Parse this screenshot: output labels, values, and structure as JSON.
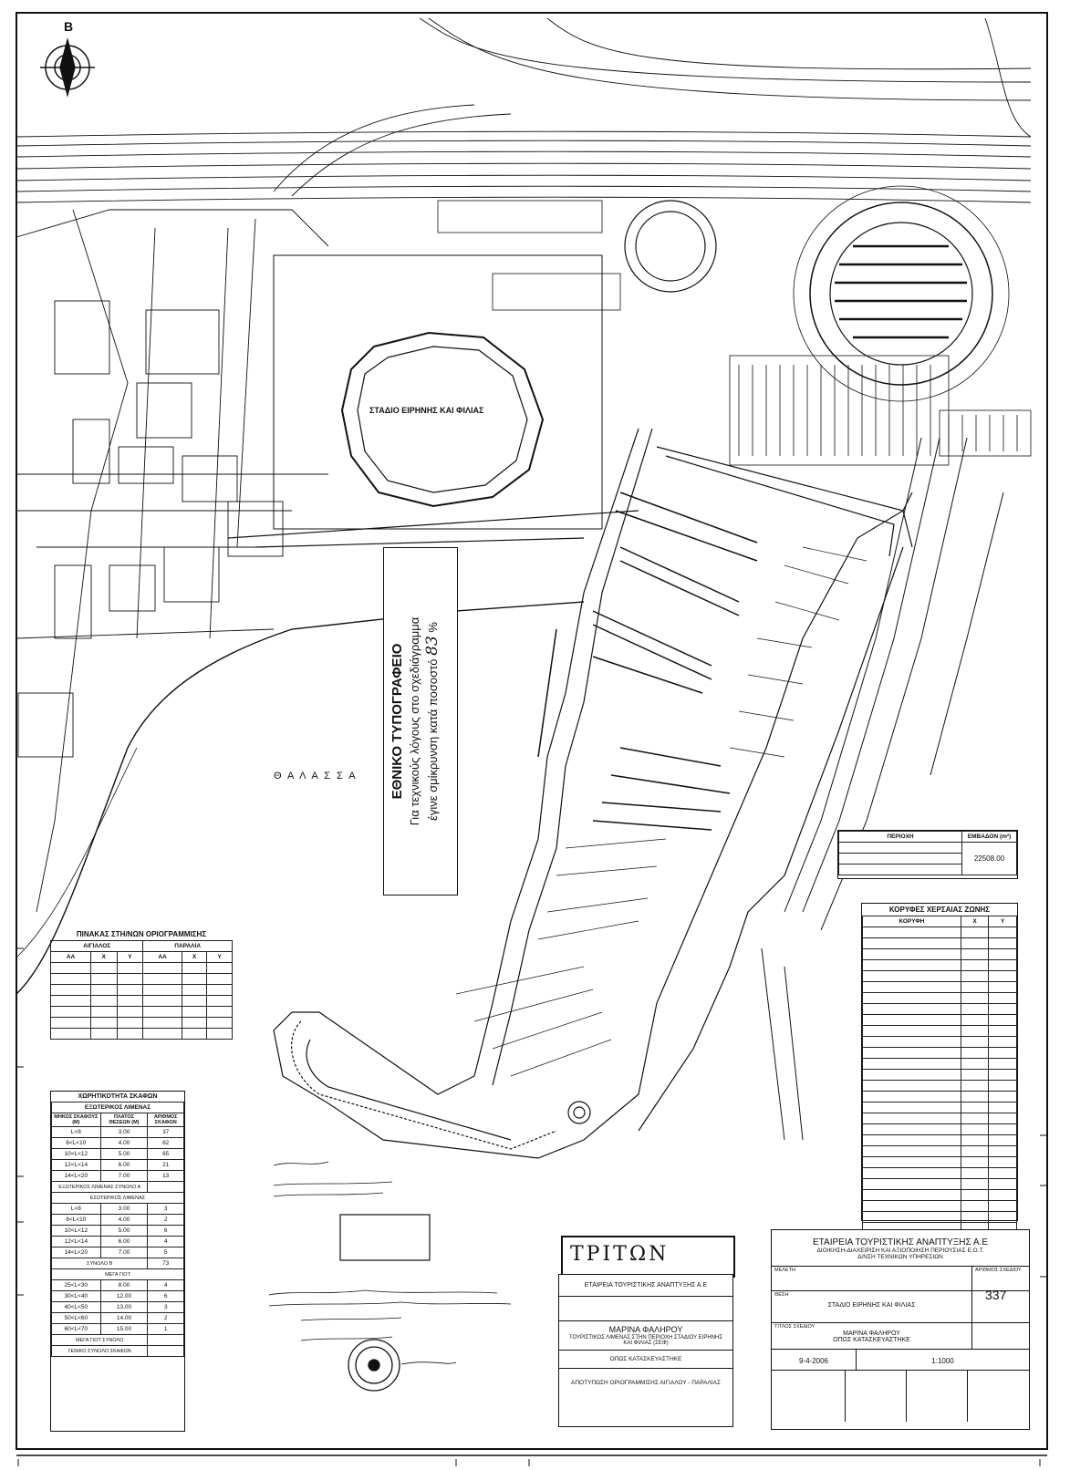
{
  "compass": {
    "north_label": "B"
  },
  "stadium_label": "ΣΤΑΔΙΟ ΕΙΡΗΝΗΣ ΚΑΙ ΦΙΛΙΑΣ",
  "sea_label": "Θ Α Λ Α Σ Σ Α",
  "printing_office_note": {
    "title": "ΕΘΝΙΚΟ ΤΥΠΟΓΡΑΦΕΙΟ",
    "line1": "Για τεχνικούς λόγους στο σχεδιάγραμμα",
    "line2": "έγινε σμίκρυνση κατά ποσοστό",
    "percent_value": "83",
    "percent_sign": "%"
  },
  "area_table": {
    "col_region": "ΠΕΡΙΟΧΗ",
    "col_area": "ΕΜΒΑΔΟΝ (m²)",
    "area_value": "22508.00"
  },
  "shore_table": {
    "title": "ΚΟΡΥΦΕΣ ΧΕΡΣΑΙΑΣ ΖΩΝΗΣ",
    "col_vertex": "ΚΟΡΥΦΗ",
    "col_x": "Χ",
    "col_y": "Υ"
  },
  "boundary_table": {
    "title": "ΠΙΝΑΚΑΣ ΣΤΗ/ΝΩΝ ΟΡΙΟΓΡΑΜΜΙΣΗΣ",
    "group1": "ΑΙΓΙΑΛΟΣ",
    "group2": "ΠΑΡΑΛΙΑ",
    "col_aa": "ΑΑ",
    "col_x": "Χ",
    "col_y": "Υ"
  },
  "capacity_table": {
    "title": "ΧΩΡΗΤΙΚΟΤΗΤΑ ΣΚΑΦΩΝ",
    "section_outer": "ΕΞΩΤΕΡΙΚΟΣ ΛΙΜΕΝΑΣ",
    "col_length": "ΜΗΚΟΣ ΣΚΑΦΟΥΣ (Μ)",
    "col_width": "ΠΛΑΤΟΣ ΘΕΣΕΩΝ (Μ)",
    "col_count": "ΑΡΙΘΜΟΣ ΣΚΑΦΩΝ",
    "outer_rows": [
      [
        "L<8",
        "3.00",
        "37"
      ],
      [
        "8<L<10",
        "4.00",
        "62"
      ],
      [
        "10<L<12",
        "5.00",
        "65"
      ],
      [
        "12<L<14",
        "6.00",
        "21"
      ],
      [
        "14<L<20",
        "7.00",
        "13"
      ]
    ],
    "outer_total_label": "ΕΞΩΤΕΡΙΚΟΣ ΛΙΜΕΝΑΣ ΣΥΝΟΛΟ Α",
    "section_inner": "ΕΣΩΤΕΡΙΚΟΣ ΛΙΜΕΝΑΣ",
    "inner_rows": [
      [
        "L<8",
        "3.00",
        "3"
      ],
      [
        "8<L<10",
        "4.00",
        "2"
      ],
      [
        "10<L<12",
        "5.00",
        "6"
      ],
      [
        "12<L<14",
        "6.00",
        "4"
      ],
      [
        "14<L<20",
        "7.00",
        "5"
      ]
    ],
    "inner_total_label": "ΣΥΝΟΛΟ Β",
    "inner_total_value": "73",
    "section_mega": "ΜΕΓΑ ΓΙΟΤ",
    "mega_rows": [
      [
        "25<L<30",
        "8.00",
        "4"
      ],
      [
        "30<L<40",
        "12.00",
        "6"
      ],
      [
        "40<L<50",
        "13.00",
        "3"
      ],
      [
        "50<L<60",
        "14.00",
        "2"
      ],
      [
        "60<L<70",
        "15.00",
        "1"
      ]
    ],
    "mega_total_label": "ΜΕΓΑ ΓΙΟΤ ΣΥΝΟΛΟ",
    "grand_total_label": "ΓΕΝΙΚΟ ΣΥΝΟΛΟ ΣΚΑΦΩΝ"
  },
  "consultant_stamp": {
    "name": "ΤΡΙΤΩΝ"
  },
  "middle_title_block": {
    "client": "ΕΤΑΙΡΕΙΑ ΤΟΥΡΙΣΤΙΚΗΣ ΑΝΑΠΤΥΞΗΣ Α.Ε",
    "project": "ΜΑΡΙΝΑ ΦΑΛΗΡΟΥ",
    "project_sub": "ΤΟΥΡΙΣΤΙΚΟΣ ΛΙΜΕΝΑΣ ΣΤΗΝ ΠΕΡΙΟΧΗ ΣΤΑΔΙΟΥ ΕΙΡΗΝΗΣ ΚΑΙ ΦΙΛΙΑΣ (ΣΕΦ)",
    "phase": "ΟΠΩΣ ΚΑΤΑΣΚΕΥΑΣΤΗΚΕ",
    "drawing": "ΑΠΟΤΥΠΩΣΗ ΟΡΙΟΓΡΑΜΜΙΣΗΣ ΑΙΓΙΑΛΟΥ - ΠΑΡΑΛΙΑΣ"
  },
  "right_title_block": {
    "org": "ΕΤΑΙΡΕΙΑ ΤΟΥΡΙΣΤΙΚΗΣ ΑΝΑΠΤΥΞΗΣ Α.Ε",
    "org_sub": "ΔΙΟΙΚΗΣΗ-ΔΙΑΧΕΙΡΙΣΗ ΚΑΙ ΑΞΙΟΠΟΙΗΣΗ ΠΕΡΙΟΥΣΙΑΣ Ε.Ο.Τ.",
    "dept": "Δ/ΝΣΗ ΤΕΧΝΙΚΩΝ ΥΠΗΡΕΣΙΩΝ",
    "label_project": "ΜΕΛΕΤΗ",
    "label_drawing_no": "ΑΡΙΘΜΟΣ ΣΧΕΔΙΟΥ",
    "drawing_no": "337",
    "label_site": "ΘΕΣΗ",
    "site": "ΣΤΑΔΙΟ ΕΙΡΗΝΗΣ ΚΑΙ ΦΙΛΙΑΣ",
    "label_title": "ΤΙΤΛΟΣ ΣΧΕΔΙΟΥ",
    "title_line1": "ΜΑΡΙΝΑ ΦΑΛΗΡΟΥ",
    "title_line2": "ΟΠΩΣ ΚΑΤΑΣΚΕΥΑΣΤΗΚΕ",
    "date": "9-4-2006",
    "scale": "1:1000"
  }
}
